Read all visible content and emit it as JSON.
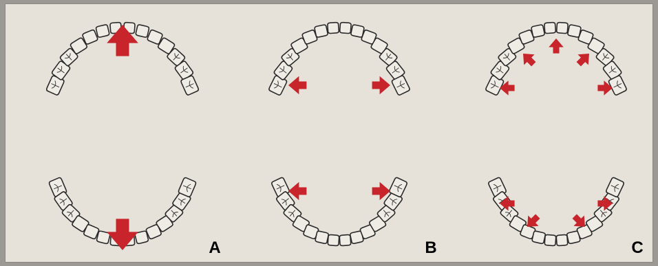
{
  "figure": {
    "panels": [
      {
        "label": "A",
        "description_id": "panel-a"
      },
      {
        "label": "B",
        "description_id": "panel-b"
      },
      {
        "label": "C",
        "description_id": "panel-c"
      }
    ]
  },
  "colors": {
    "paper": "#e6e2da",
    "tooth_fill": "#efece6",
    "tooth_stroke": "#2a2a2a",
    "arrow": "#c8242b",
    "label_text": "#000000"
  },
  "icons": [
    "tooth-icon",
    "arrow-icon"
  ]
}
